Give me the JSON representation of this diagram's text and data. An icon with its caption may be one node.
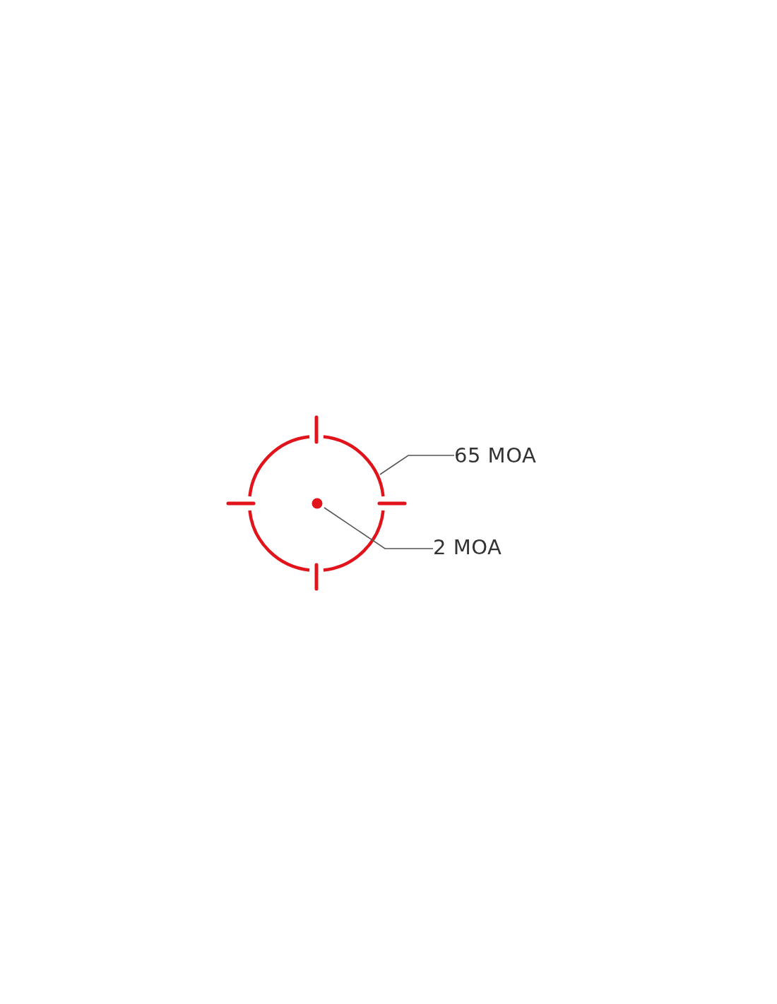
{
  "diagram": {
    "nodes": [
      {
        "text": [
          "65 MOA"
        ]
      },
      {
        "text": [],
        "shape": "circle"
      },
      {
        "text": [
          "2 MOA"
        ]
      },
      {
        "text": [],
        "shape": "circle",
        "in": 1
      }
    ],
    "edges": [
      {
        "from": 0,
        "to": 1,
        "arrow": "none"
      },
      {
        "from": 2,
        "to": 3,
        "arrow": "none"
      }
    ]
  }
}
